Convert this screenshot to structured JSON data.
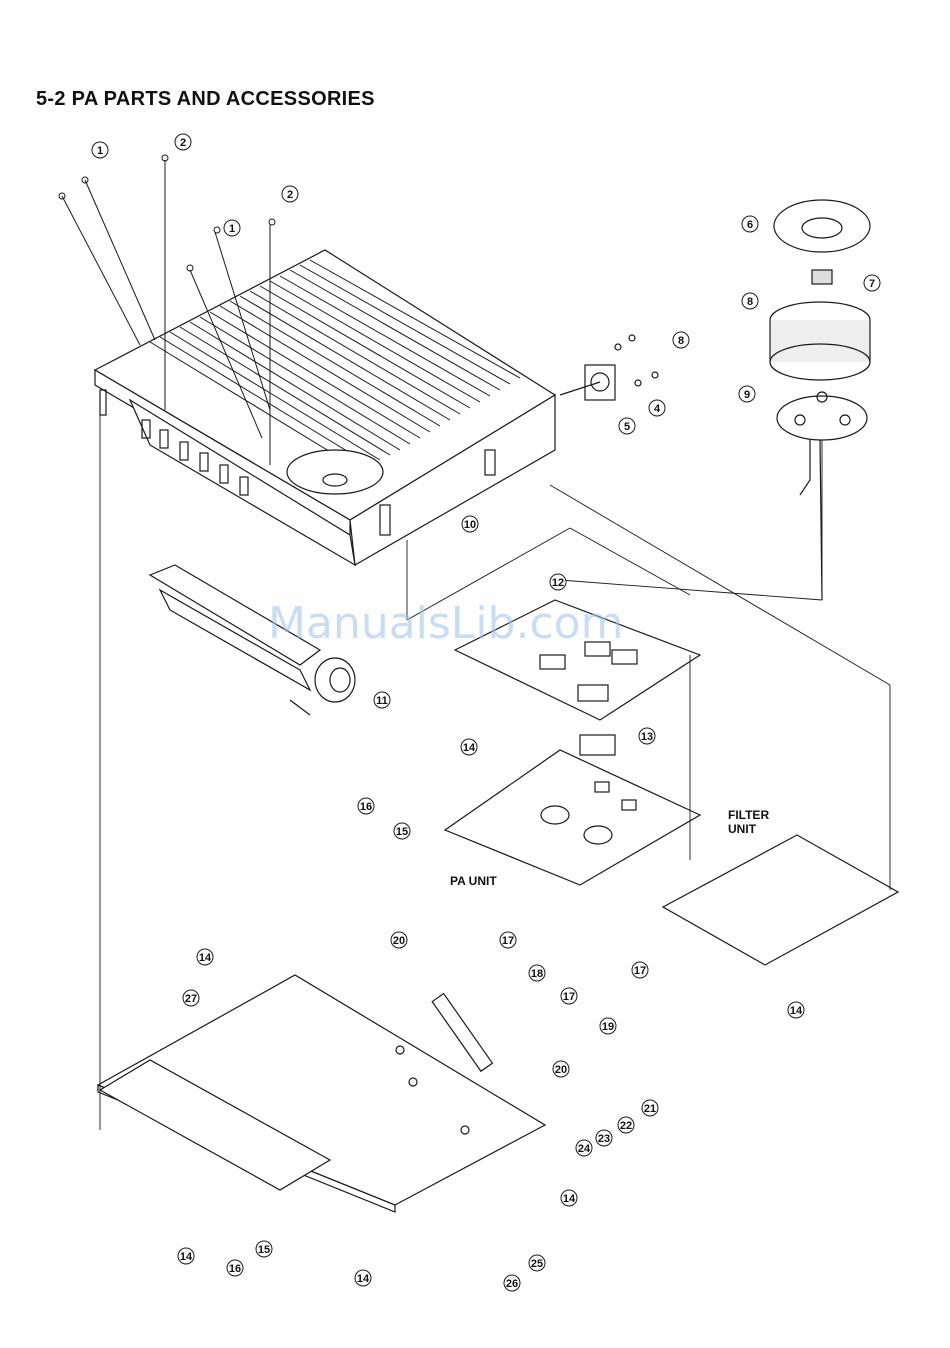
{
  "title": "5-2 PA PARTS AND ACCESSORIES",
  "watermark": "ManualsLib.com",
  "labels": {
    "filter_unit_line1": "FILTER",
    "filter_unit_line2": "UNIT",
    "pa_unit": "PA UNIT"
  },
  "callouts": [
    "1",
    "2",
    "2",
    "1",
    "8",
    "4",
    "5",
    "6",
    "7",
    "8",
    "9",
    "10",
    "11",
    "12",
    "13",
    "14",
    "15",
    "16",
    "17",
    "17",
    "17",
    "18",
    "19",
    "20",
    "20",
    "21",
    "22",
    "23",
    "24",
    "14",
    "14",
    "14",
    "14",
    "15",
    "16",
    "25",
    "26",
    "27",
    "14"
  ],
  "colors": {
    "ink": "#1a1a1a",
    "paper": "#fefefe",
    "watermark": "#9cc3ea"
  }
}
